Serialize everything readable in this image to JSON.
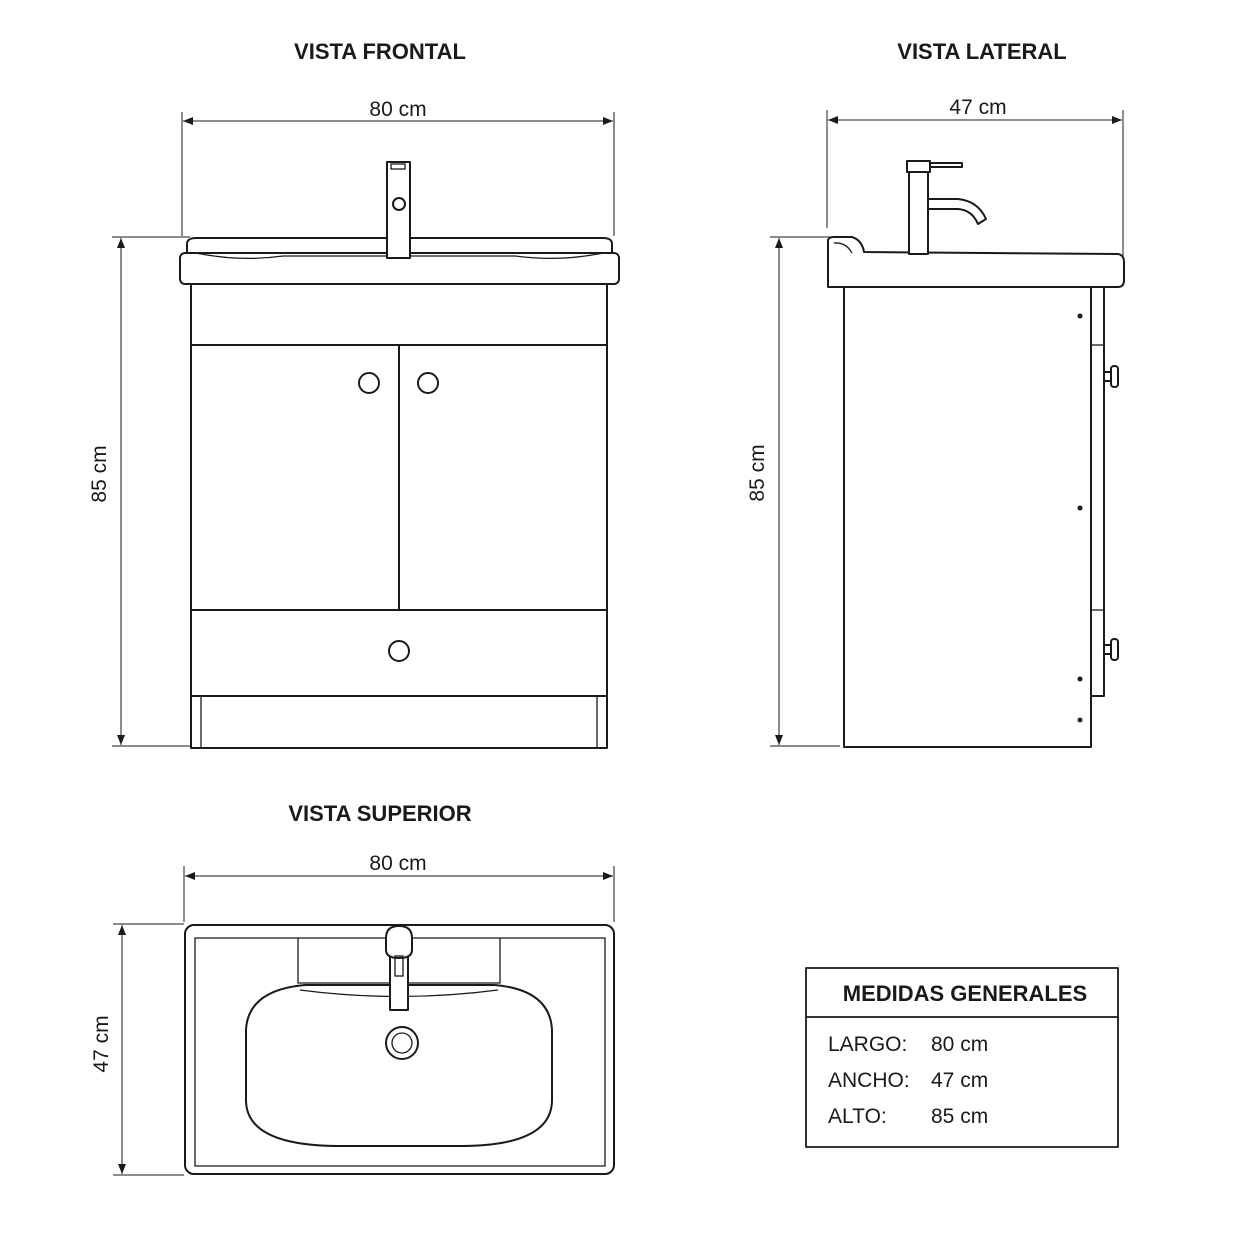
{
  "views": {
    "front": {
      "title": "VISTA FRONTAL",
      "width_label": "80 cm",
      "height_label": "85 cm"
    },
    "side": {
      "title": "VISTA LATERAL",
      "depth_label": "47 cm",
      "height_label": "85 cm"
    },
    "top": {
      "title": "VISTA SUPERIOR",
      "width_label": "80 cm",
      "depth_label": "47 cm"
    }
  },
  "specs": {
    "title": "MEDIDAS GENERALES",
    "rows": [
      {
        "label": "LARGO:",
        "value": "80 cm"
      },
      {
        "label": "ANCHO:",
        "value": "47 cm"
      },
      {
        "label": "ALTO:",
        "value": "85 cm"
      }
    ]
  }
}
